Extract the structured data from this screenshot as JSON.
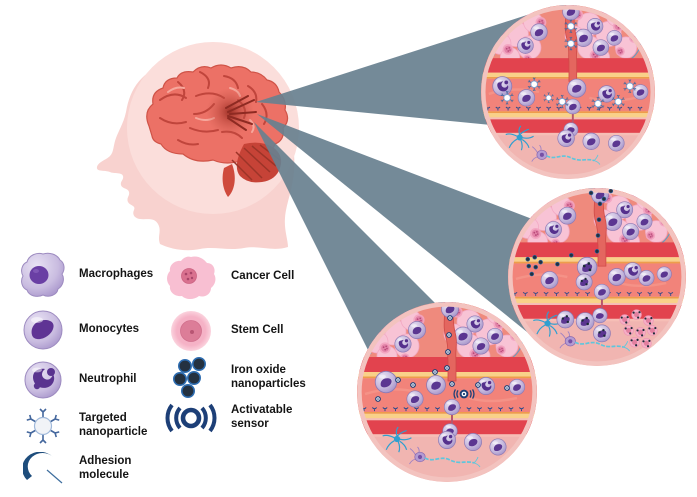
{
  "legend": {
    "columns": [
      {
        "items": [
          {
            "id": "macrophages",
            "icon": "macrophage-icon",
            "label": "Macrophages"
          },
          {
            "id": "monocytes",
            "icon": "monocyte-icon",
            "label": "Monocytes"
          },
          {
            "id": "neutrophil",
            "icon": "neutrophil-icon",
            "label": "Neutrophil"
          },
          {
            "id": "targeted-nanoparticle",
            "icon": "targeted-nanoparticle-icon",
            "label": "Targeted nanoparticle"
          },
          {
            "id": "adhesion-molecule",
            "icon": "adhesion-molecule-icon",
            "label": "Adhesion molecule"
          }
        ]
      },
      {
        "items": [
          {
            "id": "cancer-cell",
            "icon": "cancer-cell-icon",
            "label": "Cancer Cell"
          },
          {
            "id": "stem-cell",
            "icon": "stem-cell-icon",
            "label": "Stem Cell"
          },
          {
            "id": "iron-oxide-nanoparticles",
            "icon": "iron-oxide-nanoparticles-icon",
            "label": "Iron oxide nanoparticles"
          },
          {
            "id": "activatable-sensor",
            "icon": "activatable-sensor-icon",
            "label": "Activatable sensor"
          }
        ]
      }
    ]
  },
  "palette": {
    "beam": "#68808f",
    "head": "#f8d2cf",
    "head_halo": "#fbdedb",
    "brain": "#ec7166",
    "brain_sulci": "#c0453c",
    "lesion": "#9c2d23",
    "vessel_wall": "#e2434e",
    "vessel_lumen": "#f2837a",
    "endothelium_yellow": "#f9d189",
    "endothelium_orange": "#ee9d4b",
    "tissue": "#f1b5b1",
    "tumor": "#f8c3d5",
    "cancer_cell": "#e283a8",
    "immune_cell_body": "#c6b9dd",
    "immune_cell_nucleus": "#5b3691",
    "nanoparticle_navy": "#1d3f77",
    "iron_oxide": "#22303d",
    "neuron_blue": "#2f9fd0",
    "neuron_purple": "#b49bd2",
    "axon_cyan": "#5ec6dd"
  }
}
